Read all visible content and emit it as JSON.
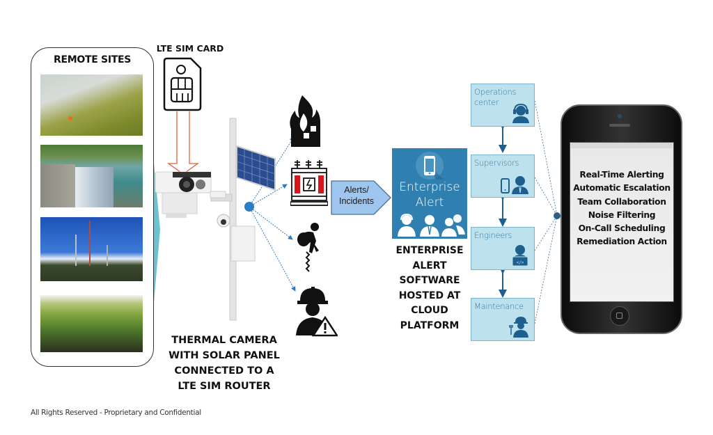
{
  "remote_sites": {
    "title": "REMOTE SITES",
    "images": [
      {
        "name": "wildfire",
        "description": "Forest fire with smoke"
      },
      {
        "name": "dam",
        "description": "Dam spillway and reservoir"
      },
      {
        "name": "telecom-towers",
        "description": "Telecommunication towers on hill"
      },
      {
        "name": "plantation",
        "description": "Palm plantation seedlings"
      }
    ]
  },
  "sim_card": {
    "title": "LTE SIM CARD"
  },
  "camera": {
    "label": "THERMAL CAMERA WITH SOLAR PANEL CONNECTED TO A LTE SIM ROUTER",
    "lines": [
      "THERMAL CAMERA",
      "WITH SOLAR PANEL",
      "CONNECTED TO A",
      "LTE SIM ROUTER"
    ]
  },
  "incidents": [
    {
      "icon": "fire-building-icon",
      "meaning": "Fire"
    },
    {
      "icon": "transformer-icon",
      "meaning": "Electrical/Transformer"
    },
    {
      "icon": "intruder-climbing-icon",
      "meaning": "Intrusion"
    },
    {
      "icon": "worker-warning-icon",
      "meaning": "Worker safety"
    }
  ],
  "alerts_arrow": {
    "line1": "Alerts/",
    "line2": "Incidents"
  },
  "enterprise_alert": {
    "title_line1": "Enterprise",
    "title_line2": "Alert",
    "label_lines": [
      "ENTERPRISE",
      "ALERT",
      "SOFTWARE",
      "HOSTED AT",
      "CLOUD",
      "PLATFORM"
    ]
  },
  "teams": [
    {
      "line1": "Operations",
      "line2": "center",
      "icon": "headset-operator-icon"
    },
    {
      "line1": "Supervisors",
      "line2": "",
      "icon": "supervisor-phone-icon"
    },
    {
      "line1": "Engineers",
      "line2": "",
      "icon": "engineer-laptop-icon"
    },
    {
      "line1": "Maintenance",
      "line2": "",
      "icon": "maintenance-worker-icon"
    }
  ],
  "phone_features": [
    "Real-Time Alerting",
    "Automatic Escalation",
    "Team Collaboration",
    "Noise Filtering",
    "On-Call Scheduling",
    "Remediation Action"
  ],
  "footer": "All Rights Reserved - Proprietary and Confidential",
  "colors": {
    "enterprise_blue": "#2f7fb0",
    "team_box": "#bde2ee",
    "team_text": "#3b79a0",
    "arrow_blue": "#1e5f8e",
    "wedge_cyan": "#6cc3d0",
    "sim_arrow": "#e0603c"
  }
}
